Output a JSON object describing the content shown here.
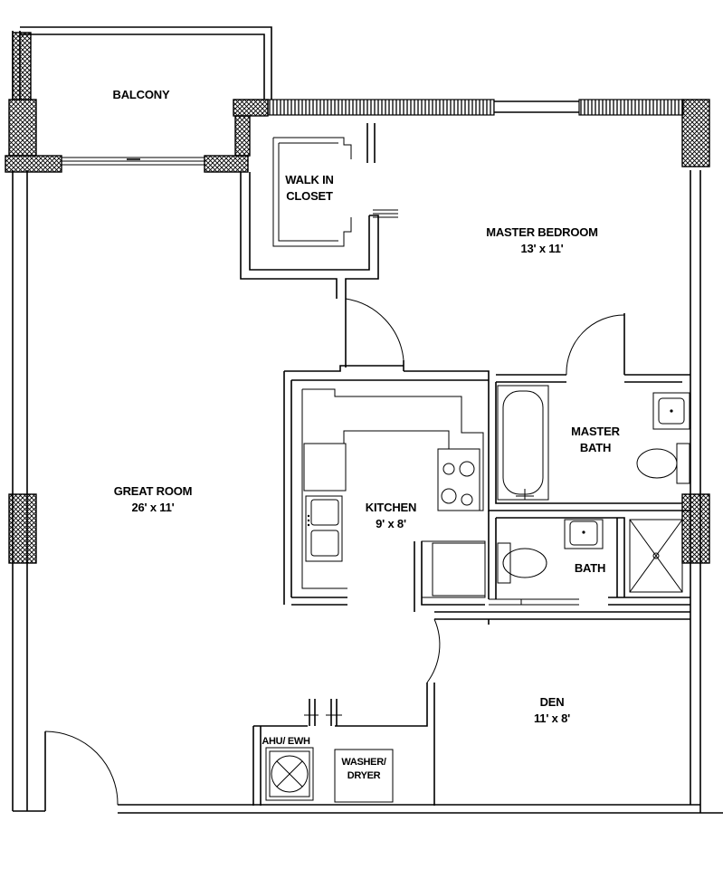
{
  "rooms": {
    "balcony": {
      "name": "BALCONY"
    },
    "walk_in_closet": {
      "line1": "WALK IN",
      "line2": "CLOSET"
    },
    "master_bedroom": {
      "name": "MASTER BEDROOM",
      "size": "13' x 11'"
    },
    "master_bath": {
      "line1": "MASTER",
      "line2": "BATH"
    },
    "great_room": {
      "name": "GREAT ROOM",
      "size": "26' x 11'"
    },
    "kitchen": {
      "name": "KITCHEN",
      "size": "9' x 8'"
    },
    "bath": {
      "name": "BATH"
    },
    "den": {
      "name": "DEN",
      "size": "11' x 8'"
    },
    "ahu_ewh": {
      "name": "AHU/ EWH"
    },
    "washer_dryer": {
      "line1": "WASHER/",
      "line2": "DRYER"
    }
  }
}
